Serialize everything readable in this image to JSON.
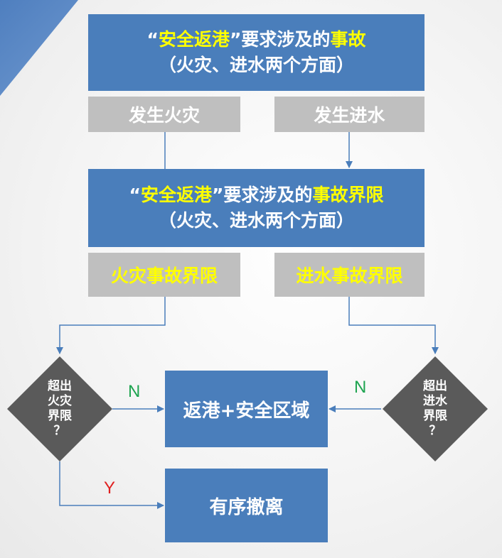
{
  "top_box": {
    "quote_open": "“",
    "highlight": "安全返港",
    "quote_close": "”",
    "middle": "要求涉及的",
    "emphasis": "事故",
    "subtitle": "（火灾、进水两个方面）"
  },
  "branch_fire": "发生火灾",
  "branch_water": "发生进水",
  "middle_box": {
    "quote_open": "“",
    "highlight": "安全返港",
    "quote_close": "”",
    "middle": "要求涉及的",
    "emphasis": "事故界限",
    "subtitle": "（火灾、进水两个方面）"
  },
  "limit_fire": "火灾事故界限",
  "limit_water": "进水事故界限",
  "decision_fire": {
    "line1": "超出",
    "line2": "火灾",
    "line3": "界限",
    "line4": "？"
  },
  "decision_water": {
    "line1": "超出",
    "line2": "进水",
    "line3": "界限",
    "line4": "？"
  },
  "label_n_left": "N",
  "label_n_right": "N",
  "label_y": "Y",
  "result_return": "返港+安全区域",
  "result_evacuate": "有序撤离",
  "colors": {
    "box_blue": "#4a7ebb",
    "box_gray": "#bfbfbf",
    "diamond": "#5a5a5a",
    "highlight_yellow": "#ffff00",
    "no_green": "#1ea450",
    "yes_red": "#e02020",
    "connector": "#4a7ebb"
  }
}
